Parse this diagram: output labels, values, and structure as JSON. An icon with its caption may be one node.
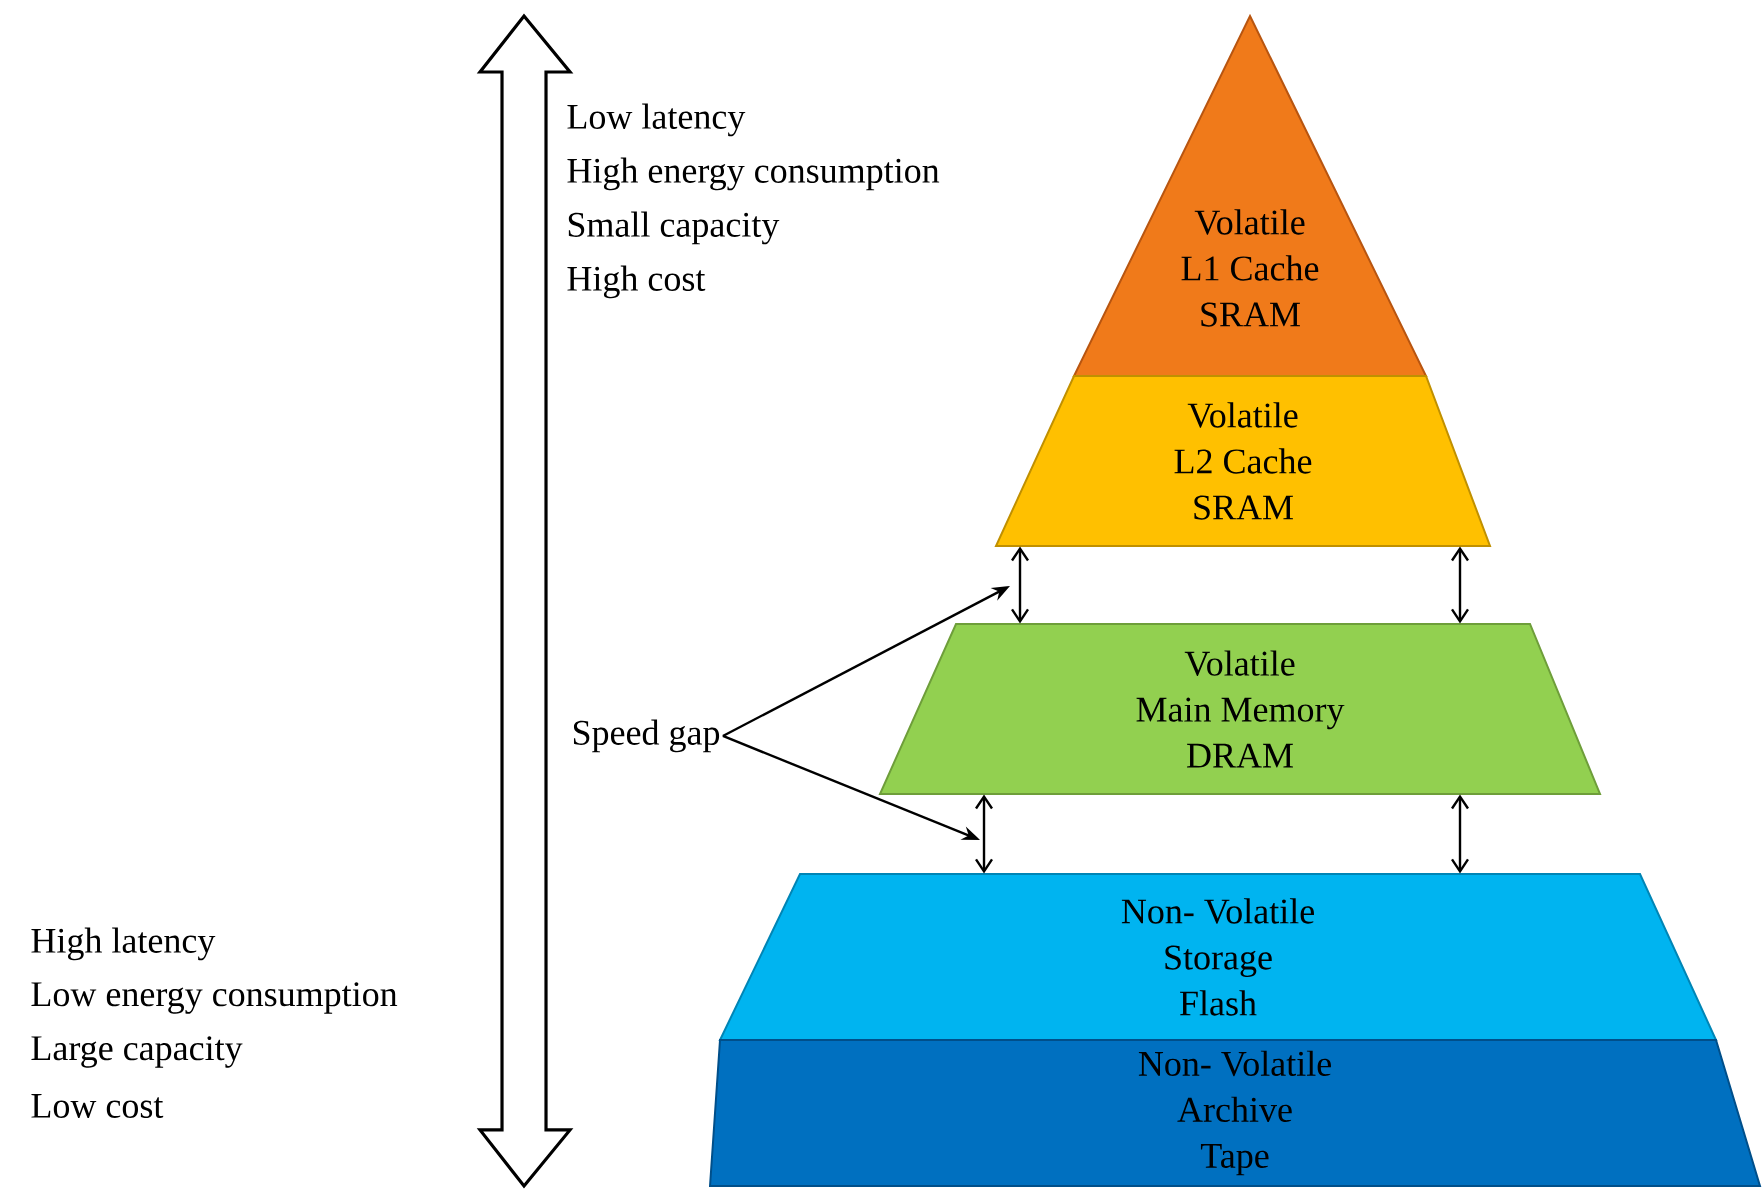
{
  "diagram": {
    "nodes": [
      {
        "text": [
          "Volatile",
          "L1 Cache",
          "SRAM"
        ]
      },
      {
        "text": [
          "Volatile",
          "L2 Cache",
          "SRAM"
        ]
      },
      {
        "text": [
          "Volatile",
          "Main Memory",
          "DRAM"
        ]
      },
      {
        "text": [
          "Non- Volatile",
          "Storage",
          "Flash"
        ]
      },
      {
        "text": [
          "Non- Volatile",
          "Archive",
          "Tape"
        ]
      },
      {
        "text": [
          "Speed gap"
        ]
      }
    ],
    "edges": [
      {
        "from": 1,
        "to": 2,
        "arrow": "both"
      },
      {
        "from": 1,
        "to": 2,
        "arrow": "both"
      },
      {
        "from": 2,
        "to": 3,
        "arrow": "both"
      },
      {
        "from": 2,
        "to": 3,
        "arrow": "both"
      },
      {
        "from": 5,
        "to": null,
        "arrow": "to"
      },
      {
        "from": 5,
        "to": null,
        "arrow": "to"
      }
    ],
    "labels": [
      "Low latency",
      "High energy consumption",
      "Small capacity",
      "High cost",
      "High latency",
      "Low energy consumption",
      "Large capacity",
      "Low cost"
    ]
  }
}
